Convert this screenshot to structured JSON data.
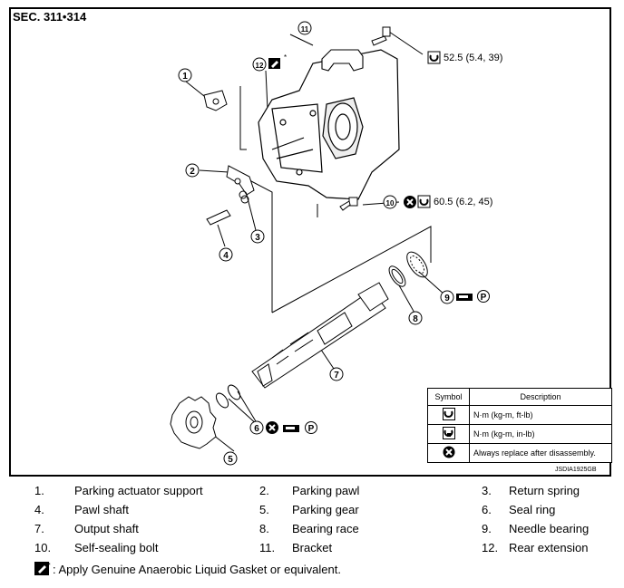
{
  "section_label": "SEC. 311•314",
  "figure_id": "JSDIA1925GB",
  "callouts": [
    "1",
    "2",
    "3",
    "4",
    "5",
    "6",
    "7",
    "8",
    "9",
    "10",
    "11",
    "12"
  ],
  "asterisk": "*",
  "torque_values": {
    "bracket_bolt": "52.5 (5.4, 39)",
    "self_sealing_bolt": "60.5 (6.2, 45)"
  },
  "symbol_table": {
    "header_symbol": "Symbol",
    "header_description": "Description",
    "rows": [
      {
        "icon": "torque-nm-icon",
        "description": "N·m (kg-m, ft-lb)"
      },
      {
        "icon": "torque-nm-inlb-icon",
        "description": "N·m (kg-m, in-lb)"
      },
      {
        "icon": "always-replace-icon",
        "description": "Always replace after disassembly."
      }
    ]
  },
  "legend": [
    {
      "num": "1.",
      "name": "Parking actuator support"
    },
    {
      "num": "2.",
      "name": "Parking pawl"
    },
    {
      "num": "3.",
      "name": "Return spring"
    },
    {
      "num": "4.",
      "name": "Pawl shaft"
    },
    {
      "num": "5.",
      "name": "Parking gear"
    },
    {
      "num": "6.",
      "name": "Seal ring"
    },
    {
      "num": "7.",
      "name": "Output shaft"
    },
    {
      "num": "8.",
      "name": "Bearing race"
    },
    {
      "num": "9.",
      "name": "Needle bearing"
    },
    {
      "num": "10.",
      "name": "Self-sealing bolt"
    },
    {
      "num": "11.",
      "name": "Bracket"
    },
    {
      "num": "12.",
      "name": "Rear extension"
    }
  ],
  "note_text": ": Apply Genuine Anaerobic Liquid Gasket or equivalent."
}
